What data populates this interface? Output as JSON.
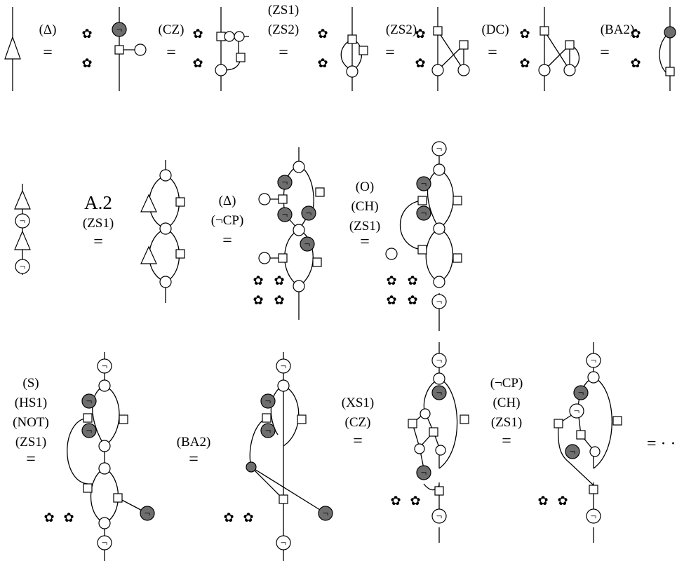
{
  "rewrite_rules": {
    "row1": [
      "(Δ)",
      "(CZ)",
      "(ZS1)",
      "(ZS2)",
      "(ZS2)",
      "(DC)",
      "(BA2)"
    ],
    "row2": [
      "A.2",
      "(ZS1)",
      "(Δ)",
      "(¬CP)",
      "(O)",
      "(CH)",
      "(ZS1)"
    ],
    "row3": [
      "(S)",
      "(HS1)",
      "(NOT)",
      "(ZS1)",
      "(BA2)",
      "(XS1)",
      "(CZ)",
      "(¬CP)",
      "(CH)",
      "(ZS1)"
    ]
  },
  "symbols": {
    "equals": "=",
    "not": "¬",
    "star": "✿",
    "ellipsis": "= · · ·"
  }
}
